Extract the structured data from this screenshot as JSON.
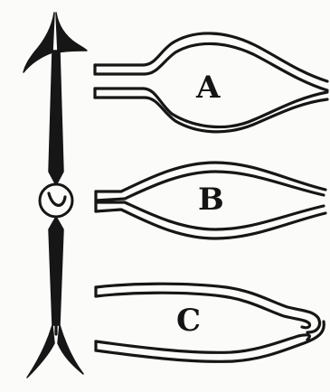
{
  "labels": {
    "a": "A",
    "b": "B",
    "c": "C"
  },
  "colors": {
    "ink": "#161616",
    "paper": "#fbfbf9"
  },
  "icons": {
    "needle": "magnetic-needle-icon",
    "tube_a": "bulged-tube-a-icon",
    "tube_b": "lens-tube-b-icon",
    "tube_c": "folded-tube-c-icon"
  }
}
